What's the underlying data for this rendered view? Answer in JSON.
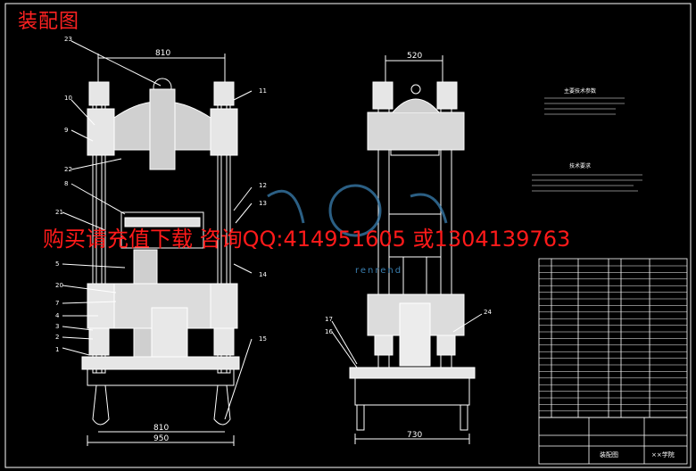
{
  "title": "装配图",
  "banner": "购买请充值下载  咨询QQ:414951605  或1304139763",
  "watermark": "renrend",
  "front_view": {
    "dim_top": "810",
    "dim_bottom_inner": "810",
    "dim_bottom_outer": "950",
    "callouts": [
      "23",
      "10",
      "11",
      "9",
      "22",
      "8",
      "12",
      "21",
      "13",
      "5",
      "14",
      "20",
      "7",
      "4",
      "3",
      "2",
      "1",
      "15"
    ]
  },
  "side_view": {
    "dim_top": "520",
    "dim_bottom": "730",
    "callouts": [
      "17",
      "16",
      "24"
    ]
  },
  "right_panel": {
    "specs_heading": "主要技术参数",
    "tech_heading": "技术要求"
  },
  "title_block": {
    "drawing_name": "装配图",
    "school": "××学院"
  },
  "colors": {
    "background": "#000000",
    "lines": "#ffffff",
    "accent": "#ff2222",
    "fill": "#e6e6e6",
    "watermark": "#3a7fb0"
  }
}
